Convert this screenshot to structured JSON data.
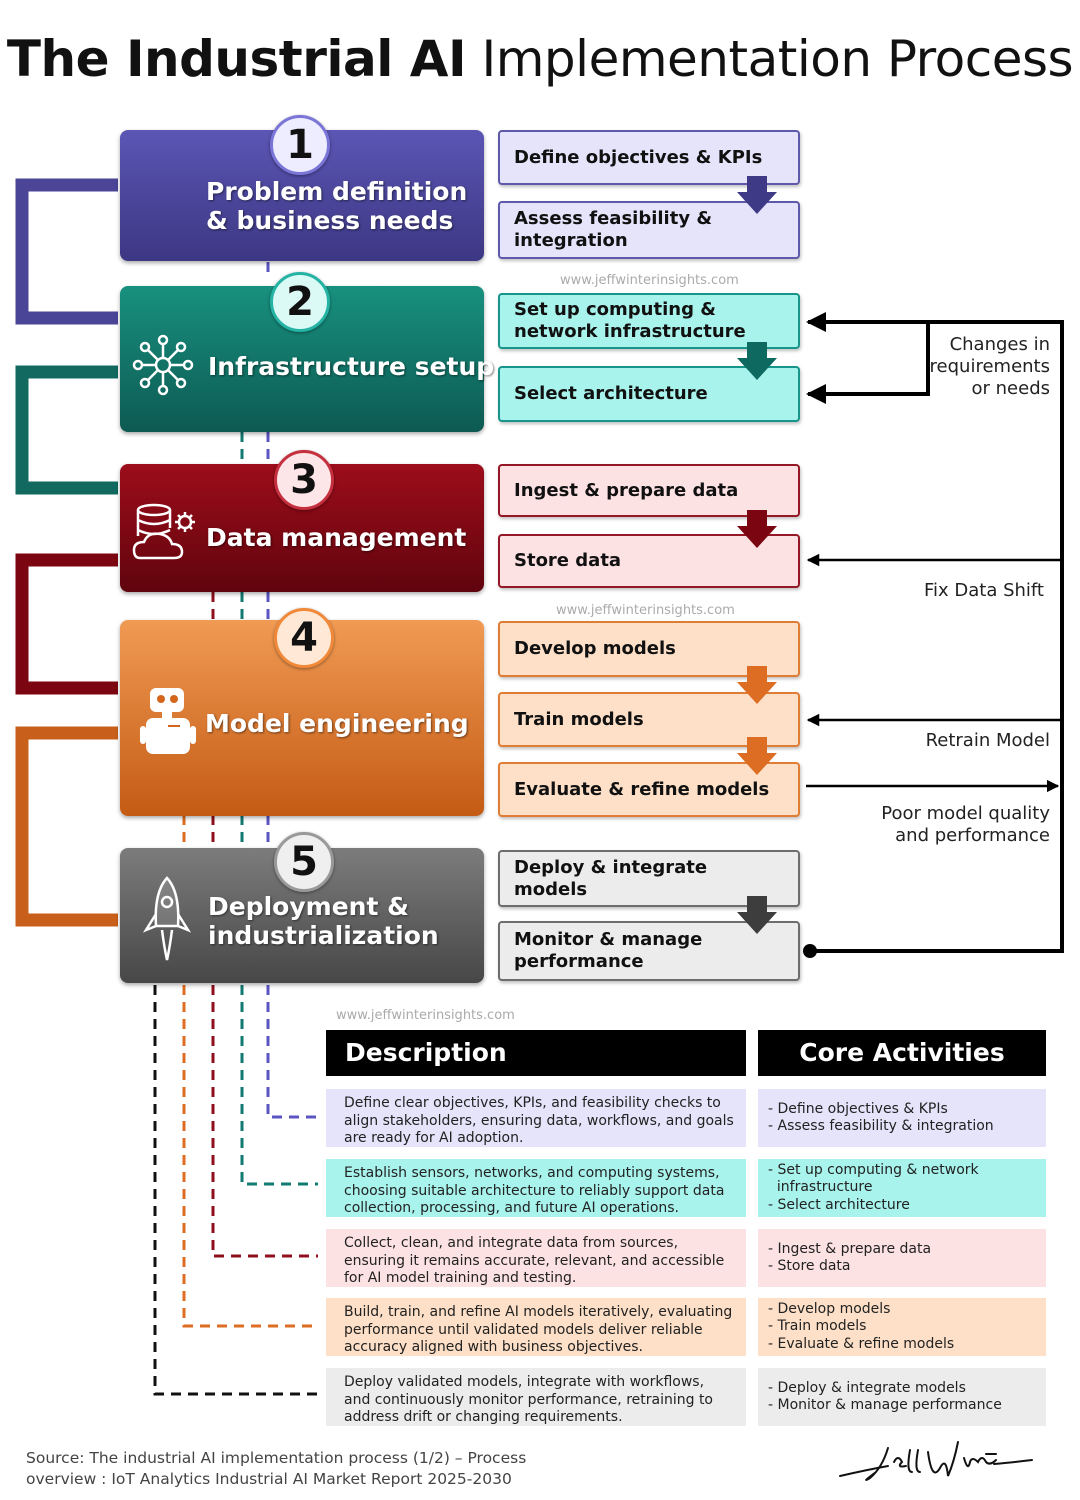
{
  "title": {
    "bold": "The Industrial AI",
    "rest": "Implementation Process"
  },
  "watermark": "www.jeffwinterinsights.com",
  "stages": [
    {
      "number": "1",
      "title": "Problem definition\n& business needs",
      "icon": "none",
      "color": "#4a4596",
      "activities": [
        "Define objectives & KPIs",
        "Assess feasibility & integration"
      ],
      "activity_bg": "#e6e4fb",
      "activity_border": "#5e59aa"
    },
    {
      "number": "2",
      "title": "Infrastructure setup",
      "icon": "network-hub-icon",
      "color": "#11695f",
      "activities": [
        "Set up computing & network infrastructure",
        "Select architecture"
      ],
      "activity_bg": "#a8f3ec",
      "activity_border": "#17958a"
    },
    {
      "number": "3",
      "title": "Data management",
      "icon": "database-cloud-icon",
      "color": "#7b0612",
      "activities": [
        "Ingest & prepare data",
        "Store data"
      ],
      "activity_bg": "#fde2e4",
      "activity_border": "#951826"
    },
    {
      "number": "4",
      "title": "Model engineering",
      "icon": "robot-icon",
      "color": "#d4661c",
      "activities": [
        "Develop models",
        "Train models",
        "Evaluate & refine models"
      ],
      "activity_bg": "#fde0c7",
      "activity_border": "#e07d35"
    },
    {
      "number": "5",
      "title": "Deployment &\nindustrialization",
      "icon": "rocket-icon",
      "color": "#5e5e5e",
      "activities": [
        "Deploy & integrate models",
        "Monitor & manage performance"
      ],
      "activity_bg": "#ececec",
      "activity_border": "#6d6d6d"
    }
  ],
  "feedback": {
    "changes": "Changes in\nrequirements\nor needs",
    "fix_data_shift": "Fix Data Shift",
    "retrain_model": "Retrain Model",
    "poor_quality": "Poor model quality\nand performance"
  },
  "table": {
    "headers": [
      "Description",
      "Core Activities"
    ],
    "rows": [
      {
        "description": "Define clear objectives, KPIs, and feasibility checks to align stakeholders, ensuring data, workflows, and goals are ready for AI adoption.",
        "core": [
          "- Define objectives & KPIs",
          "- Assess feasibility & integration"
        ],
        "bg": "#e6e4fb",
        "line_color": "#5b55c4"
      },
      {
        "description": "Establish sensors, networks, and computing systems, choosing suitable architecture to reliably support data collection, processing, and future AI operations.",
        "core": [
          "- Set up computing & network",
          "  infrastructure",
          "- Select architecture"
        ],
        "bg": "#a8f3ec",
        "line_color": "#127a70"
      },
      {
        "description": "Collect, clean, and integrate data from sources, ensuring it remains accurate, relevant, and accessible for AI model training and testing.",
        "core": [
          "- Ingest & prepare data",
          "- Store data"
        ],
        "bg": "#fde2e4",
        "line_color": "#8f0f1c"
      },
      {
        "description": "Build, train, and refine AI models iteratively, evaluating performance until validated models deliver reliable accuracy aligned with business objectives.",
        "core": [
          "- Develop models",
          "- Train models",
          "- Evaluate & refine models"
        ],
        "bg": "#fde0c7",
        "line_color": "#dc6d22"
      },
      {
        "description": "Deploy validated models, integrate with workflows, and continuously monitor performance, retraining to address drift or changing requirements.",
        "core": [
          "- Deploy & integrate models",
          "- Monitor & manage performance"
        ],
        "bg": "#ececec",
        "line_color": "#111111"
      }
    ]
  },
  "source": "Source: The industrial AI implementation process (1/2) – Process\noverview : IoT Analytics Industrial AI Market Report 2025-2030",
  "signature": "Jeff Winter"
}
